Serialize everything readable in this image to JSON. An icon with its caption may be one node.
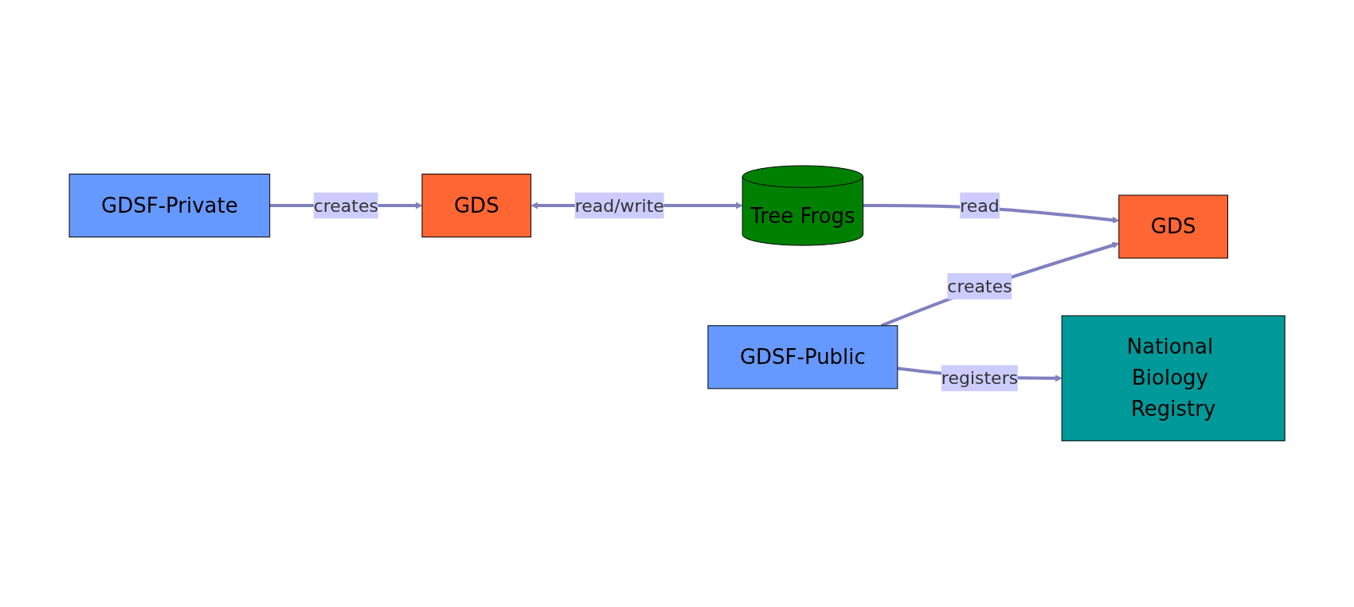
{
  "diagram": {
    "nodes": [
      {
        "text": [
          "GDSF-Private"
        ]
      },
      {
        "text": [
          "GDS"
        ]
      },
      {
        "text": [
          "Tree Frogs"
        ]
      },
      {
        "text": [
          "GDSF-Public"
        ]
      },
      {
        "text": [
          "GDS"
        ]
      },
      {
        "text": [
          "National Biology Registry"
        ]
      }
    ],
    "edges": [
      {
        "from": 0,
        "to": 1,
        "arrow": "to",
        "label": "creates"
      },
      {
        "from": 1,
        "to": 2,
        "arrow": "both",
        "label": "read/write"
      },
      {
        "from": 3,
        "to": 4,
        "arrow": "to",
        "label": "creates"
      },
      {
        "from": 2,
        "to": 4,
        "arrow": "to",
        "label": "read"
      },
      {
        "from": 3,
        "to": 5,
        "arrow": "to",
        "label": "registers"
      }
    ]
  }
}
